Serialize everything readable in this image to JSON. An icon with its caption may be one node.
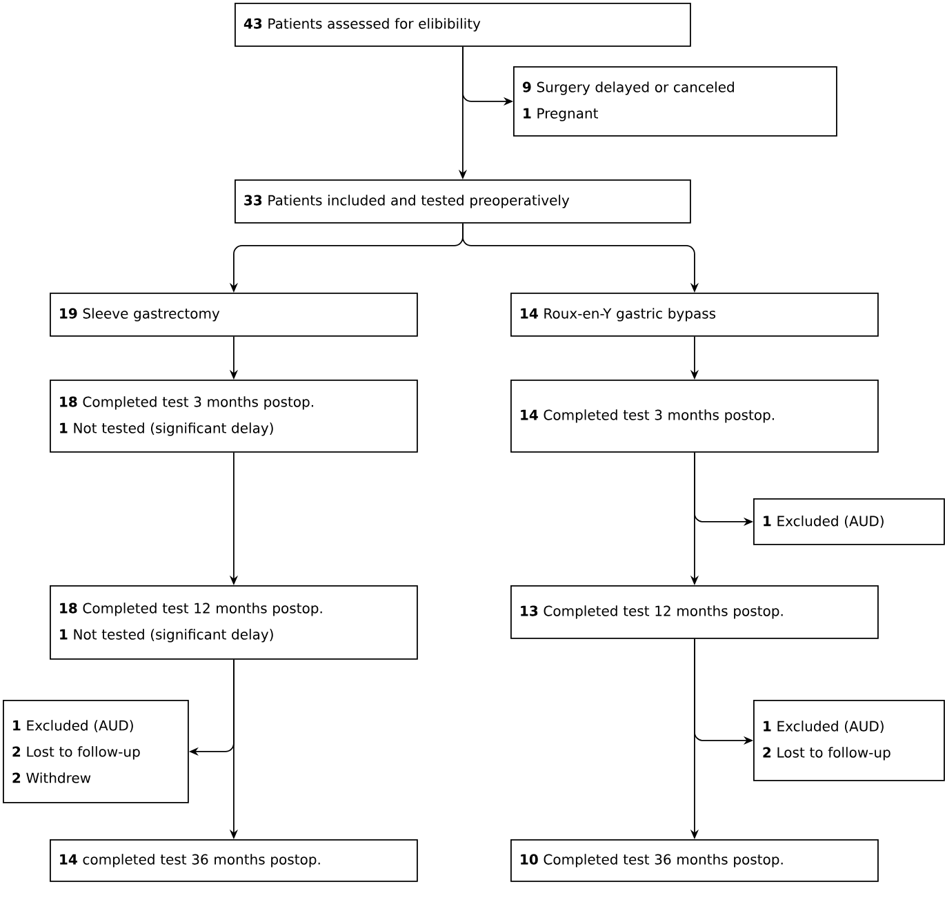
{
  "diagram": {
    "nodes": [
      {
        "text": [
          "**43** Patients assessed for elibibility"
        ]
      },
      {
        "text": [
          "**9** Surgery delayed or canceled",
          "**1** Pregnant"
        ]
      },
      {
        "text": [
          "**33** Patients included and tested preoperatively"
        ]
      },
      {
        "text": [
          "**19** Sleeve gastrectomy"
        ]
      },
      {
        "text": [
          "**14** Roux-en-Y gastric bypass"
        ]
      },
      {
        "text": [
          "**18** Completed test 3 months postop.",
          "**1** Not tested (significant delay)"
        ]
      },
      {
        "text": [
          "**14** Completed test 3 months postop."
        ]
      },
      {
        "text": [
          "**1** Excluded (AUD)"
        ]
      },
      {
        "text": [
          "**18** Completed test 12 months postop.",
          "**1** Not tested (significant delay)"
        ]
      },
      {
        "text": [
          "**13** Completed test 12 months postop."
        ]
      },
      {
        "text": [
          "**1** Excluded (AUD)",
          "**2** Lost to follow-up",
          "**2** Withdrew"
        ]
      },
      {
        "text": [
          "**1** Excluded (AUD)",
          "**2** Lost to follow-up"
        ]
      },
      {
        "text": [
          "**14** completed test 36 months postop."
        ]
      },
      {
        "text": [
          "**10** Completed test 36 months postop."
        ]
      }
    ],
    "edges": [
      {
        "from": 0,
        "to": 2,
        "arrow": "to"
      },
      {
        "from": 0,
        "to": 1,
        "arrow": "to"
      },
      {
        "from": 2,
        "to": 3,
        "arrow": "to"
      },
      {
        "from": 2,
        "to": 4,
        "arrow": "to"
      },
      {
        "from": 3,
        "to": 5,
        "arrow": "to"
      },
      {
        "from": 4,
        "to": 6,
        "arrow": "to"
      },
      {
        "from": 5,
        "to": 8,
        "arrow": "to"
      },
      {
        "from": 6,
        "to": 9,
        "arrow": "to"
      },
      {
        "from": 6,
        "to": 7,
        "arrow": "to"
      },
      {
        "from": 8,
        "to": 12,
        "arrow": "to"
      },
      {
        "from": 8,
        "to": 10,
        "arrow": "to"
      },
      {
        "from": 9,
        "to": 13,
        "arrow": "to"
      },
      {
        "from": 9,
        "to": 11,
        "arrow": "to"
      }
    ]
  }
}
